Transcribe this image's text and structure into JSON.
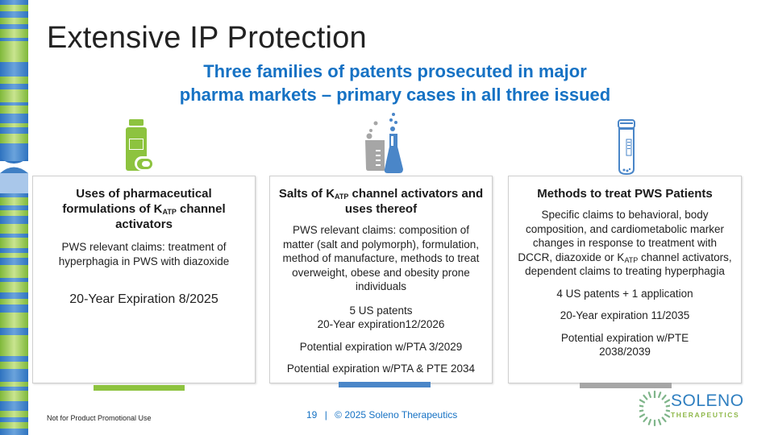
{
  "slide": {
    "title": "Extensive IP Protection",
    "subtitle_line1": "Three families of patents prosecuted in major",
    "subtitle_line2": "pharma markets – primary cases in all three issued"
  },
  "colors": {
    "accent_blue": "#1672c4",
    "green": "#8dc33f",
    "blue": "#4a86c8",
    "gray": "#a6a6a6"
  },
  "cards": [
    {
      "icon": "medicine-bottle-pill-icon",
      "title_pre": "Uses of pharmaceutical formulations of K",
      "title_sub": "ATP",
      "title_post": " channel activators",
      "body": [
        "PWS relevant claims: treatment of hyperphagia in PWS with diazoxide"
      ],
      "expiration": "20-Year Expiration 8/2025",
      "bar_color": "#8dc33f"
    },
    {
      "icon": "lab-beaker-flask-icon",
      "title_pre": "Salts of K",
      "title_sub": "ATP",
      "title_post": " channel activators and uses thereof",
      "body": [
        "PWS relevant claims: composition of matter (salt and polymorph), formulation, method of manufacture, methods to treat overweight, obese and obesity prone individuals"
      ],
      "patents": "5 US patents",
      "expiration": "20-Year expiration12/2026",
      "pta": "Potential expiration w/PTA 3/2029",
      "pta_pte": "Potential expiration w/PTA & PTE 2034",
      "bar_color": "#4a86c8"
    },
    {
      "icon": "sample-vial-icon",
      "title": "Methods to treat PWS Patients",
      "body_pre": "Specific claims to behavioral, body composition, and cardiometabolic marker changes in response to treatment with DCCR, diazoxide or K",
      "body_sub": "ATP",
      "body_post": " channel activators, dependent claims to treating hyperphagia",
      "patents": "4 US patents + 1 application",
      "expiration": "20-Year expiration 11/2035",
      "pte": "Potential expiration w/PTE 2038/2039",
      "bar_color": "#a6a6a6"
    }
  ],
  "footer": {
    "disclaimer": "Not for Product Promotional Use",
    "page_number": "19",
    "separator": "|",
    "copyright": "© 2025 Soleno Therapeutics"
  },
  "logo": {
    "name": "SOLENO",
    "tagline": "THERAPEUTICS"
  }
}
